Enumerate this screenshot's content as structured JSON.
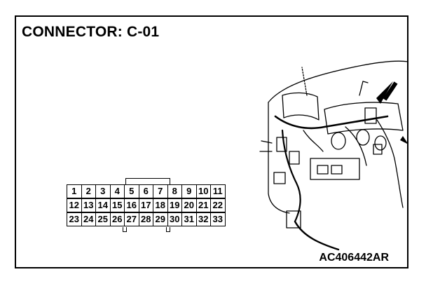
{
  "title": "CONNECTOR: C-01",
  "figure_code": "AC406442AR",
  "connector": {
    "rows": [
      [
        "1",
        "2",
        "3",
        "4",
        "5",
        "6",
        "7",
        "8",
        "9",
        "10",
        "11"
      ],
      [
        "12",
        "13",
        "14",
        "15",
        "16",
        "17",
        "18",
        "19",
        "20",
        "21",
        "22"
      ],
      [
        "23",
        "24",
        "25",
        "26",
        "27",
        "28",
        "29",
        "30",
        "31",
        "32",
        "33"
      ]
    ],
    "row1_offset": 0
  },
  "icons": {
    "arrow": "arrow-icon",
    "wiring": "wiring-harness-illustration"
  },
  "colors": {
    "ink": "#000000",
    "paper": "#ffffff"
  }
}
